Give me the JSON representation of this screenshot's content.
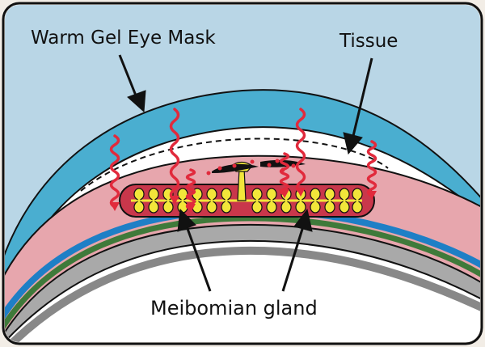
{
  "labels": {
    "mask": "Warm Gel Eye Mask",
    "tissue": "Tissue",
    "gland": "Meibomian gland"
  },
  "colors": {
    "background": "#b9d6e6",
    "mask": "#4aaed0",
    "tissue": "#ffffff",
    "eyelid": "#e7a6ad",
    "gland_fill": "#c9374b",
    "gland_ducts": "#f2e63a",
    "heat_waves": "#e12a3c",
    "cornea_blue": "#1e7fc6",
    "sclera_green": "#3f7a3a",
    "grey_layer": "#a9a9a9"
  },
  "icons": [
    "heat-wave-icon",
    "arrow-icon"
  ]
}
